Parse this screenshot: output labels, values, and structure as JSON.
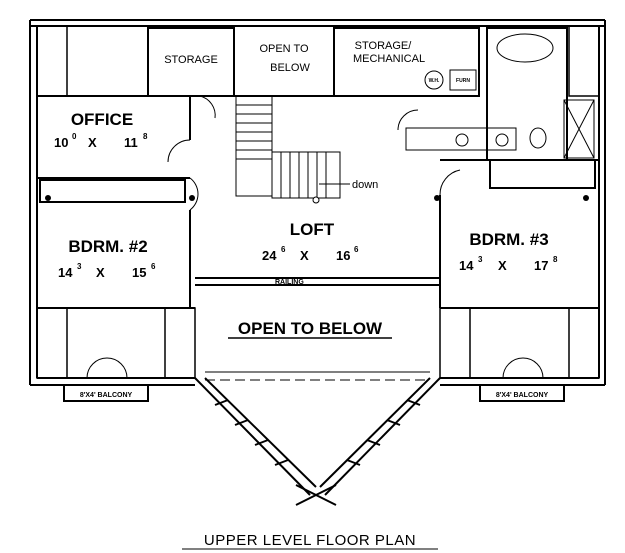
{
  "plan": {
    "title": "UPPER LEVEL FLOOR PLAN",
    "rooms": {
      "storage": "STORAGE",
      "open_above_1": "OPEN TO",
      "open_above_2": "BELOW",
      "mech_1": "STORAGE/",
      "mech_2": "MECHANICAL",
      "office": "OFFICE",
      "office_w": "10",
      "office_w_in": "0",
      "office_l": "11",
      "office_l_in": "8",
      "loft": "LOFT",
      "loft_w": "24",
      "loft_w_in": "6",
      "loft_l": "16",
      "loft_l_in": "6",
      "bdrm2": "BDRM. #2",
      "bdrm2_w": "14",
      "bdrm2_w_in": "3",
      "bdrm2_l": "15",
      "bdrm2_l_in": "6",
      "bdrm3": "BDRM. #3",
      "bdrm3_w": "14",
      "bdrm3_w_in": "3",
      "bdrm3_l": "17",
      "bdrm3_l_in": "8",
      "open_below": "OPEN TO BELOW"
    },
    "x_sep": "X",
    "labels": {
      "down": "down",
      "railing": "RAILING",
      "balcony_left": "8'X4' BALCONY",
      "balcony_right": "8'X4' BALCONY",
      "water_heater": "W.H.",
      "furnace": "FURN"
    }
  }
}
